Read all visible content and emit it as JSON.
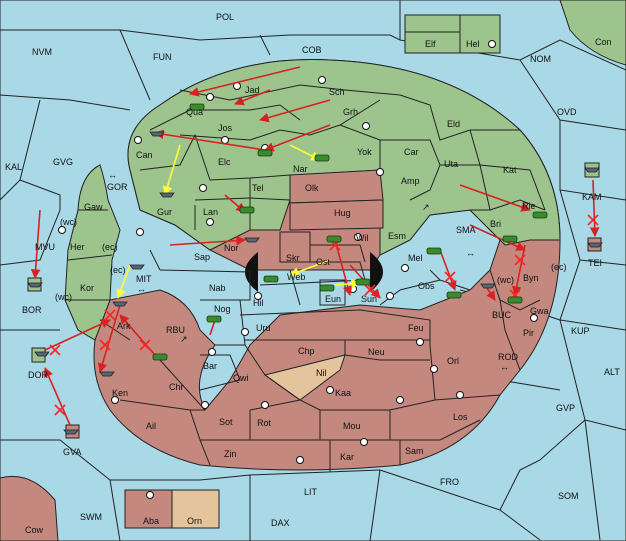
{
  "colors": {
    "sea": "#a9d8e6",
    "green": "#9ec48e",
    "red": "#c4887f",
    "tan": "#e3c49c",
    "move_arrow": "#d62222",
    "support_arrow": "#ffff33",
    "failed": "#ff2222"
  },
  "sea_labels": [
    "POL",
    "NVM",
    "FUN",
    "COB",
    "NOM",
    "Con",
    "OVD",
    "KAL",
    "GVG",
    "GOR",
    "MVU",
    "BOR",
    "MIT",
    "RBU",
    "SMA",
    "KAM",
    "TEI",
    "BUC",
    "KUP",
    "ROD",
    "ALT",
    "GVP",
    "SOM",
    "FRO",
    "LIT",
    "DAX",
    "SWM",
    "Cow",
    "Elf",
    "Hel",
    "GVA",
    "DOR"
  ],
  "green_labels": [
    "Jad",
    "Qua",
    "Sch",
    "Jos",
    "Grh",
    "Can",
    "Elc",
    "Nar",
    "Yok",
    "Car",
    "Eld",
    "Uta",
    "Kat",
    "Amp",
    "Gaw",
    "Her",
    "Kor",
    "Ark",
    "Wil",
    "Esm",
    "Bri",
    "Rie",
    "Tel",
    "Lan",
    "Gur",
    "Skr",
    "Web",
    "Ost"
  ],
  "red_labels": [
    "Olk",
    "Hug",
    "Nor",
    "Sap",
    "Mel",
    "Byn",
    "Gwa",
    "Pir",
    "Nab",
    "Hil",
    "Nog",
    "Eun",
    "Sun",
    "Obs",
    "Uru",
    "Feu",
    "Bar",
    "Qwi",
    "Chp",
    "Neu",
    "Orl",
    "Ken",
    "Chr",
    "Kaa",
    "Ail",
    "Sot",
    "Rot",
    "Mou",
    "Los",
    "Zin",
    "Kar",
    "Sam",
    "Aba",
    "Orn"
  ],
  "tan_labels": [
    "Nil"
  ],
  "coast_labels": [
    "(wc)",
    "(ec)",
    "(ec)",
    "(wc)",
    "(wc)",
    "(ec)"
  ]
}
